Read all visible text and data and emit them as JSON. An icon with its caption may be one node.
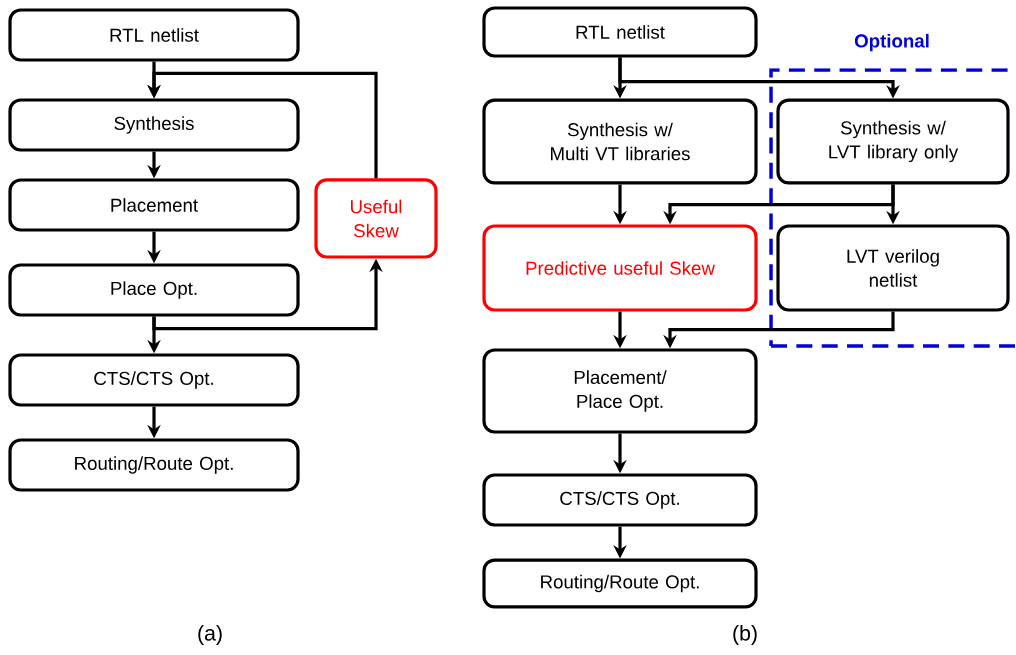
{
  "diagram": {
    "nodes": [
      {
        "text": [
          "RTL netlist"
        ]
      },
      {
        "text": [
          "Synthesis"
        ]
      },
      {
        "text": [
          "Placement"
        ]
      },
      {
        "text": [
          "Place Opt."
        ]
      },
      {
        "text": [
          "Useful Skew"
        ]
      },
      {
        "text": [
          "CTS/CTS Opt."
        ]
      },
      {
        "text": [
          "Routing/Route Opt."
        ]
      },
      {
        "text": [
          "RTL netlist"
        ]
      },
      {
        "text": [
          "Optional"
        ]
      },
      {
        "text": [
          "Synthesis w/ Multi VT libraries"
        ]
      },
      {
        "text": [
          "Synthesis w/ LVT library only"
        ],
        "in": 8
      },
      {
        "text": [
          "Predictive useful Skew"
        ]
      },
      {
        "text": [
          "LVT verilog netlist"
        ],
        "in": 8
      },
      {
        "text": [
          "Placement/ Place Opt."
        ]
      },
      {
        "text": [
          "CTS/CTS Opt."
        ]
      },
      {
        "text": [
          "Routing/Route Opt."
        ]
      }
    ],
    "edges": [
      {
        "from": 0,
        "to": 1,
        "arrow": "to"
      },
      {
        "from": 1,
        "to": 2,
        "arrow": "to"
      },
      {
        "from": 2,
        "to": 3,
        "arrow": "to"
      },
      {
        "from": 3,
        "to": 5,
        "arrow": "to"
      },
      {
        "from": 3,
        "to": 4,
        "arrow": "to"
      },
      {
        "from": 4,
        "to": 1,
        "arrow": "to"
      },
      {
        "from": 5,
        "to": 6,
        "arrow": "to"
      },
      {
        "from": 7,
        "to": 9,
        "arrow": "to"
      },
      {
        "from": 7,
        "to": 10,
        "arrow": "to"
      },
      {
        "from": 9,
        "to": 11,
        "arrow": "to"
      },
      {
        "from": 10,
        "to": 11,
        "arrow": "to"
      },
      {
        "from": 10,
        "to": 12,
        "arrow": "to"
      },
      {
        "from": 11,
        "to": 13,
        "arrow": "to"
      },
      {
        "from": 12,
        "to": 13,
        "arrow": "to"
      },
      {
        "from": 13,
        "to": 14,
        "arrow": "to"
      },
      {
        "from": 14,
        "to": 15,
        "arrow": "to"
      }
    ],
    "labels": [
      "(a)",
      "(b)"
    ]
  }
}
